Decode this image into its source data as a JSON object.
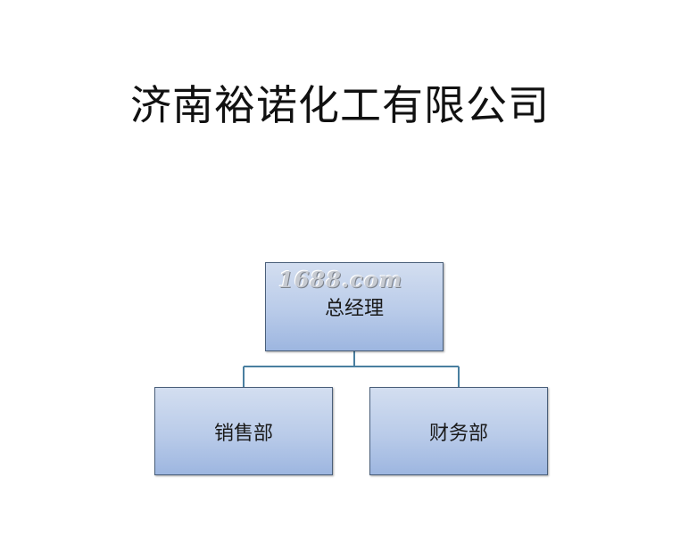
{
  "title": "济南裕诺化工有限公司",
  "org_chart": {
    "root": {
      "label": "总经理",
      "watermark": "1688.com"
    },
    "children": [
      {
        "label": "销售部"
      },
      {
        "label": "财务部"
      }
    ]
  }
}
